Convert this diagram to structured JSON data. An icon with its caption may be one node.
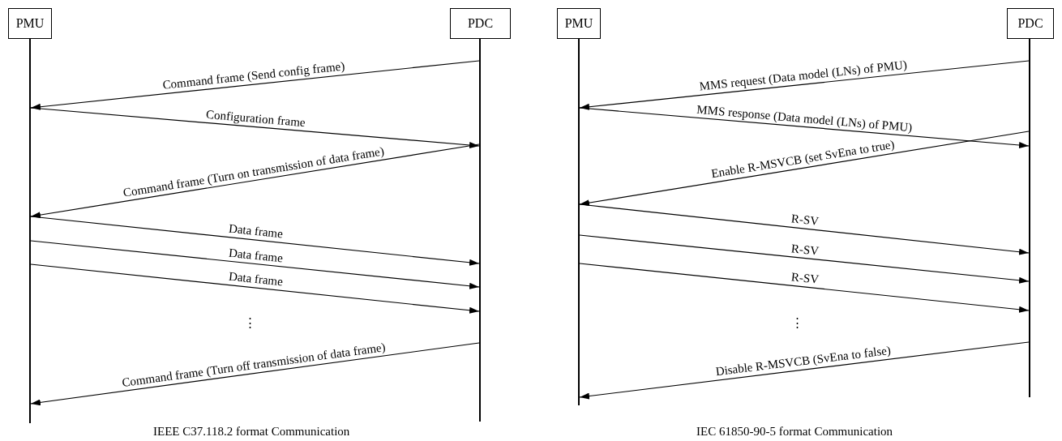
{
  "diagram": {
    "nodes": [
      {
        "text": [
          "PMU"
        ]
      },
      {
        "text": [
          "PDC"
        ]
      },
      {
        "text": [
          "PMU"
        ]
      },
      {
        "text": [
          "PDC"
        ]
      }
    ],
    "edges": [
      {
        "from": 1,
        "to": 0,
        "arrow": "to",
        "label": "Command frame (Send config frame)"
      },
      {
        "from": 0,
        "to": 1,
        "arrow": "to",
        "label": "Configuration frame"
      },
      {
        "from": 1,
        "to": 0,
        "arrow": "to",
        "label": "Command frame (Turn on transmission of data frame)"
      },
      {
        "from": 0,
        "to": 1,
        "arrow": "to",
        "label": "Data frame"
      },
      {
        "from": 0,
        "to": 1,
        "arrow": "to",
        "label": "Data frame"
      },
      {
        "from": 0,
        "to": 1,
        "arrow": "to",
        "label": "Data frame"
      },
      {
        "from": 1,
        "to": 0,
        "arrow": "to",
        "label": "Command frame (Turn off transmission of data frame)"
      },
      {
        "from": 3,
        "to": 2,
        "arrow": "to",
        "label": "MMS request (Data model (LNs) of PMU)"
      },
      {
        "from": 2,
        "to": 3,
        "arrow": "to",
        "label": "MMS response (Data model (LNs) of PMU)"
      },
      {
        "from": 3,
        "to": 2,
        "arrow": "to",
        "label": "Enable R-MSVCB (set SvEna to true)"
      },
      {
        "from": 2,
        "to": 3,
        "arrow": "to",
        "label": "R-SV"
      },
      {
        "from": 2,
        "to": 3,
        "arrow": "to",
        "label": "R-SV"
      },
      {
        "from": 2,
        "to": 3,
        "arrow": "to",
        "label": "R-SV"
      },
      {
        "from": 3,
        "to": 2,
        "arrow": "to",
        "label": "Disable R-MSVCB (SvEna to false)"
      }
    ],
    "labels": [
      "⋮",
      "IEEE C37.118.2 format Communication",
      "⋮",
      "IEC 61850-90-5 format Communication"
    ]
  }
}
